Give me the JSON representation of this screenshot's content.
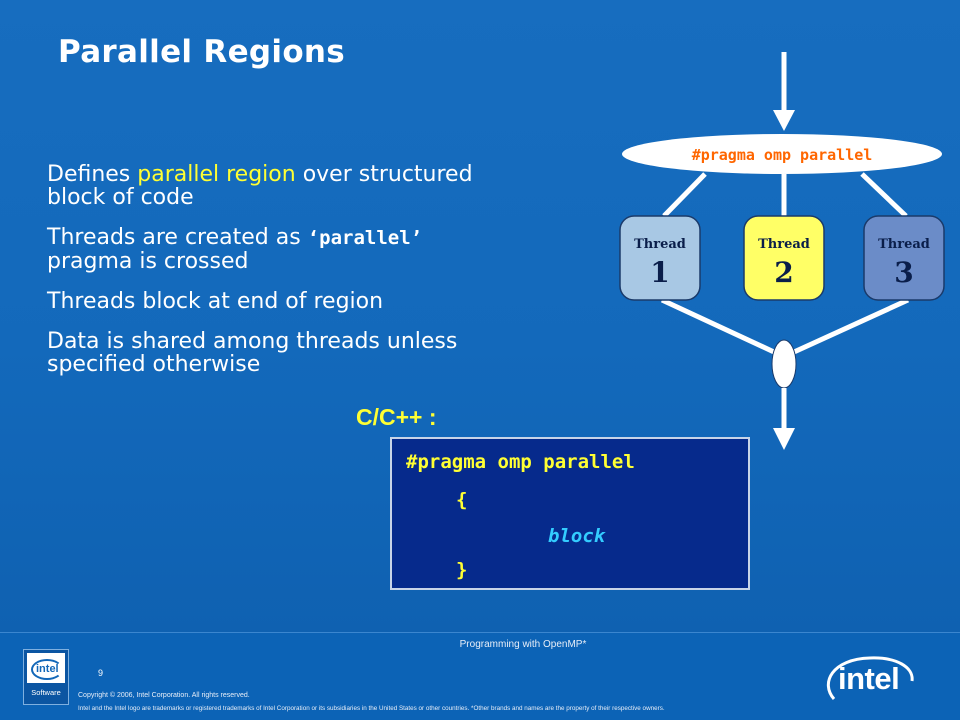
{
  "slide": {
    "title": "Parallel Regions",
    "bullets": [
      {
        "pre": "Defines ",
        "highlight": "parallel region",
        "post": " over structured",
        "line2": "block of code"
      },
      {
        "pre": "Threads are created as ",
        "code": "‘parallel’",
        "line2": "pragma is crossed"
      },
      {
        "text": "Threads block at end of region"
      },
      {
        "line1": "Data is shared among threads unless",
        "line2": "specified otherwise"
      }
    ],
    "language_label": "C/C++ :",
    "code": {
      "pragma": "#pragma omp parallel",
      "open_brace": "{",
      "block": "block",
      "close_brace": "}"
    }
  },
  "diagram": {
    "pragma_label": "#pragma omp parallel",
    "threads": [
      {
        "label": "Thread",
        "number": "1",
        "color": "#a8c8e4"
      },
      {
        "label": "Thread",
        "number": "2",
        "color": "#ffff66"
      },
      {
        "label": "Thread",
        "number": "3",
        "color": "#6b8cc8"
      }
    ]
  },
  "footer": {
    "title": "Programming with OpenMP*",
    "page_number": "9",
    "copyright": "Copyright © 2006, Intel Corporation. All rights reserved.",
    "legal": "Intel and the Intel logo are trademarks or registered trademarks of Intel Corporation or its subsidiaries in the United States or other countries. *Other brands and names are the property of their respective owners.",
    "logo_small_word": "intel",
    "logo_small_sub": "Software",
    "logo_big_word": "intel"
  },
  "colors": {
    "background": "#1267b8",
    "highlight": "#ffff33",
    "code_background": "#062a8c",
    "pragma_text": "#ff6600",
    "block_text": "#33ccff"
  }
}
